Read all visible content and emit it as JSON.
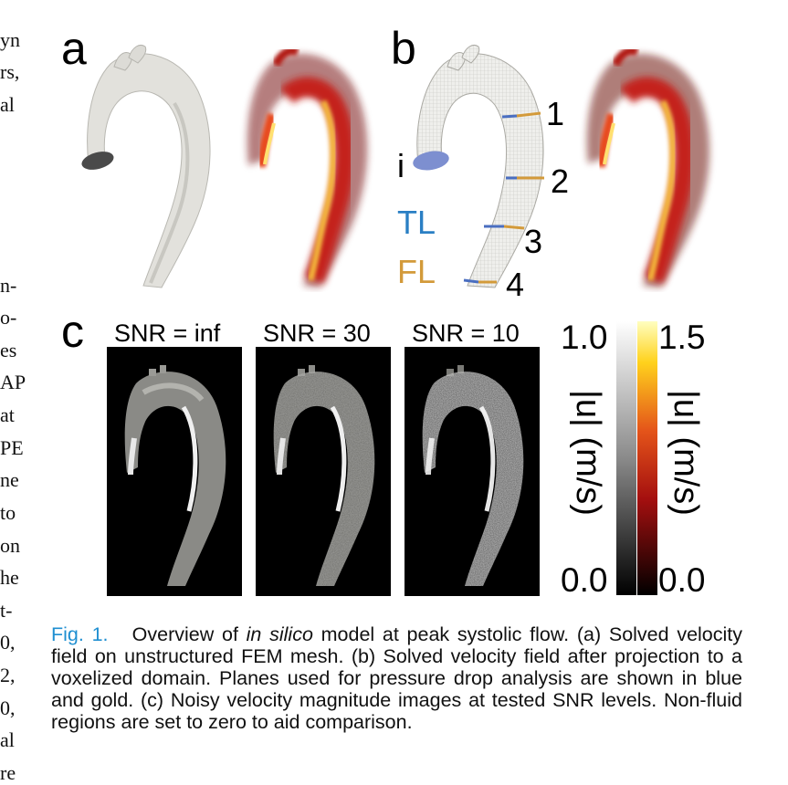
{
  "left_margin_text": [
    "yn",
    "rs,",
    "al",
    "n-",
    "o-",
    "es",
    "AP",
    "at",
    "PE",
    "ne",
    "to",
    "on",
    "he",
    "t-",
    "0,",
    "2,",
    "0,",
    "al",
    "re"
  ],
  "panels": {
    "a": {
      "letter": "a"
    },
    "b": {
      "letter": "b",
      "inlet_label": "i",
      "plane_numbers": [
        "1",
        "2",
        "3",
        "4"
      ],
      "legend": [
        {
          "label": "TL",
          "color": "#2a7fc4"
        },
        {
          "label": "FL",
          "color": "#d39a3a"
        }
      ]
    },
    "c": {
      "letter": "c",
      "snr_titles": [
        "SNR = inf",
        "SNR = 30",
        "SNR = 10"
      ]
    }
  },
  "colorbars": [
    {
      "name": "grayscale",
      "max": "1.0",
      "min": "0.0",
      "label": "|u| (m/s)"
    },
    {
      "name": "heat",
      "max": "1.5",
      "min": "0.0",
      "label": "|u| (m/s)"
    }
  ],
  "colors": {
    "tl_blue": "#2a7fc4",
    "fl_gold": "#d39a3a",
    "caption_label": "#1f8fd1"
  },
  "caption": {
    "label": "Fig. 1.",
    "part1": "Overview of ",
    "italic": "in silico",
    "part2": " model at peak systolic flow. (a) Solved velocity field on unstructured FEM mesh. (b) Solved velocity field after projection to a voxelized domain. Planes used for pressure drop analysis are shown in blue and gold. (c) Noisy velocity magnitude images at tested SNR levels. Non-fluid regions are set to zero to aid comparison."
  }
}
